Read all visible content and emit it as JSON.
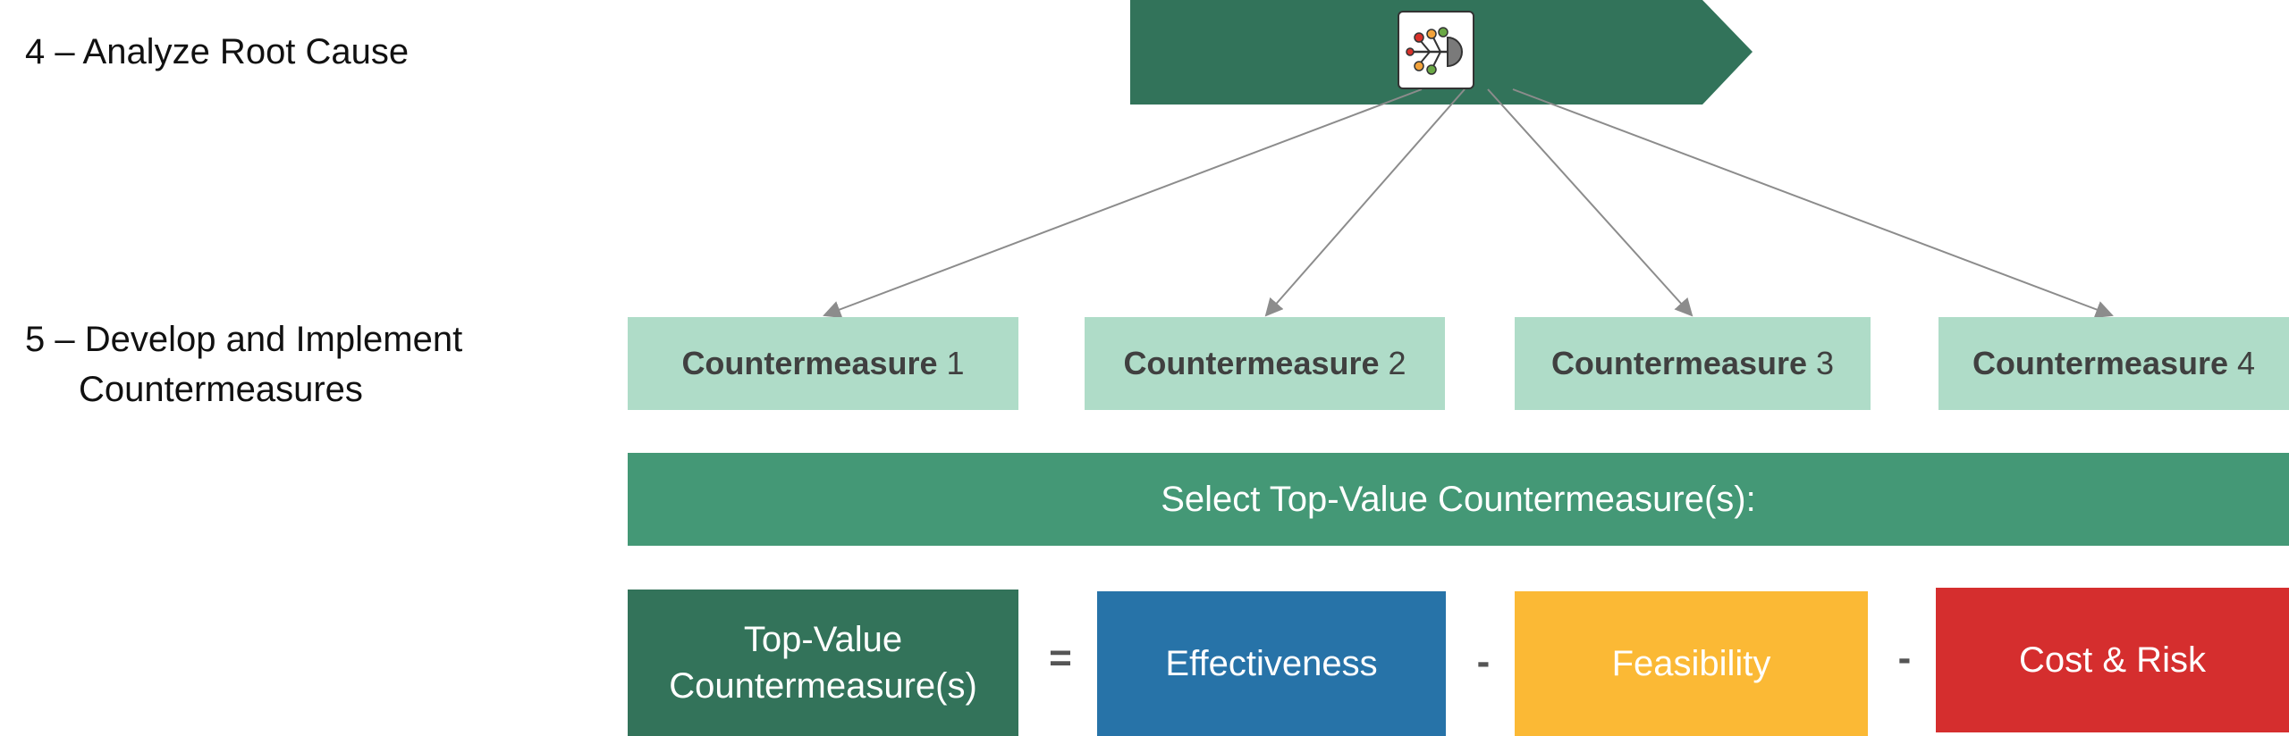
{
  "steps": {
    "step4": {
      "label": "4 – Analyze Root Cause"
    },
    "step5": {
      "line1": "5 – Develop and Implement",
      "line2": "Countermeasures"
    }
  },
  "countermeasures": [
    {
      "bold": "Countermeasure",
      "num": "1"
    },
    {
      "bold": "Countermeasure",
      "num": "2"
    },
    {
      "bold": "Countermeasure",
      "num": "3"
    },
    {
      "bold": "Countermeasure",
      "num": "4"
    }
  ],
  "select_bar": {
    "label": "Select Top-Value Countermeasure(s):"
  },
  "formula": {
    "result": {
      "line1": "Top-Value",
      "line2": "Countermeasure(s)"
    },
    "equals": "=",
    "effectiveness": "Effectiveness",
    "minus1": "-",
    "feasibility": "Feasibility",
    "minus2": "-",
    "cost_risk": "Cost & Risk"
  },
  "colors": {
    "header_arrow": "#32735a",
    "countermeasure_box": "#afdcc8",
    "select_bar": "#449876",
    "result_box": "#33735a",
    "effectiveness": "#2773a8",
    "feasibility": "#fbb935",
    "cost_risk": "#d52e2e",
    "connector": "#8c8c8c"
  },
  "icons": {
    "header": "fishbone-diagram-icon"
  }
}
